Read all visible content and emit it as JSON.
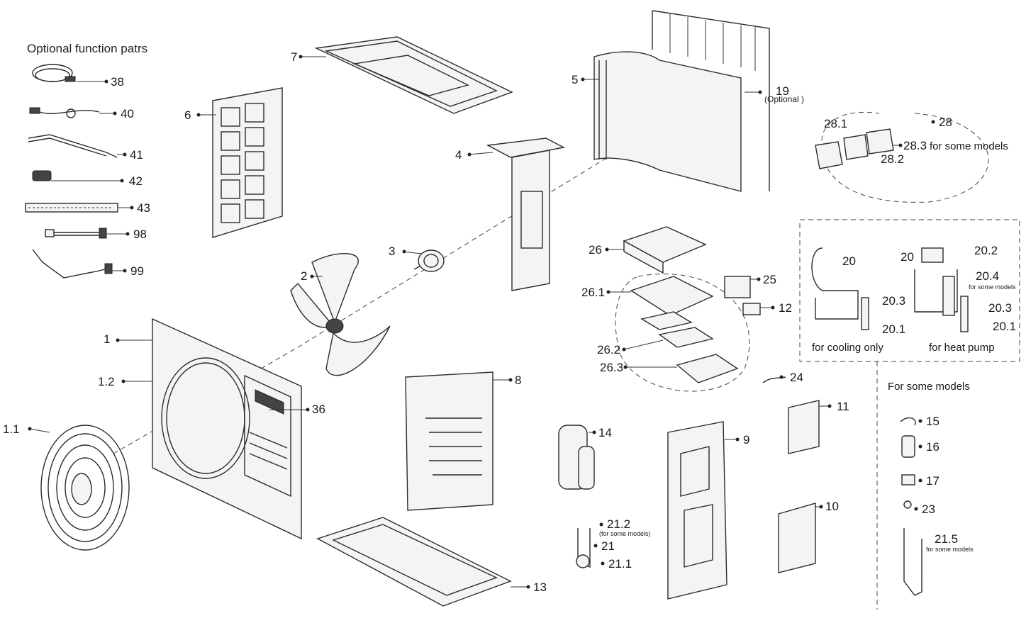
{
  "optional_header": "Optional function patrs",
  "optional_parts": [
    "38",
    "40",
    "41",
    "42",
    "43",
    "98",
    "99"
  ],
  "callouts": {
    "p1": "1",
    "p1_1": "1.1",
    "p1_2": "1.2",
    "p2": "2",
    "p3": "3",
    "p4": "4",
    "p5": "5",
    "p6": "6",
    "p7": "7",
    "p8": "8",
    "p9": "9",
    "p10": "10",
    "p11": "11",
    "p12": "12",
    "p13": "13",
    "p14": "14",
    "p19": "19",
    "p19_note": "(Optional )",
    "p21": "21",
    "p21_1": "21.1",
    "p21_2": "21.2",
    "p21_2_note": "(for some models)",
    "p24": "24",
    "p25": "25",
    "p26": "26",
    "p26_1": "26.1",
    "p26_2": "26.2",
    "p26_3": "26.3",
    "p28": "28",
    "p28_1": "28.1",
    "p28_2": "28.2",
    "p28_3": "28.3",
    "p28_note": "for some models",
    "p36": "36"
  },
  "valve_box": {
    "cooling": {
      "p20": "20",
      "p20_3": "20.3",
      "p20_1": "20.1",
      "caption": "for cooling only"
    },
    "heat": {
      "p20": "20",
      "p20_2": "20.2",
      "p20_4": "20.4",
      "p20_4_note": "for some models",
      "p20_3": "20.3",
      "p20_1": "20.1",
      "caption": "for heat pump"
    }
  },
  "some_models": {
    "header": "For some models",
    "items": [
      "15",
      "16",
      "17",
      "23"
    ],
    "p21_5": "21.5",
    "p21_5_note": "for some models"
  }
}
